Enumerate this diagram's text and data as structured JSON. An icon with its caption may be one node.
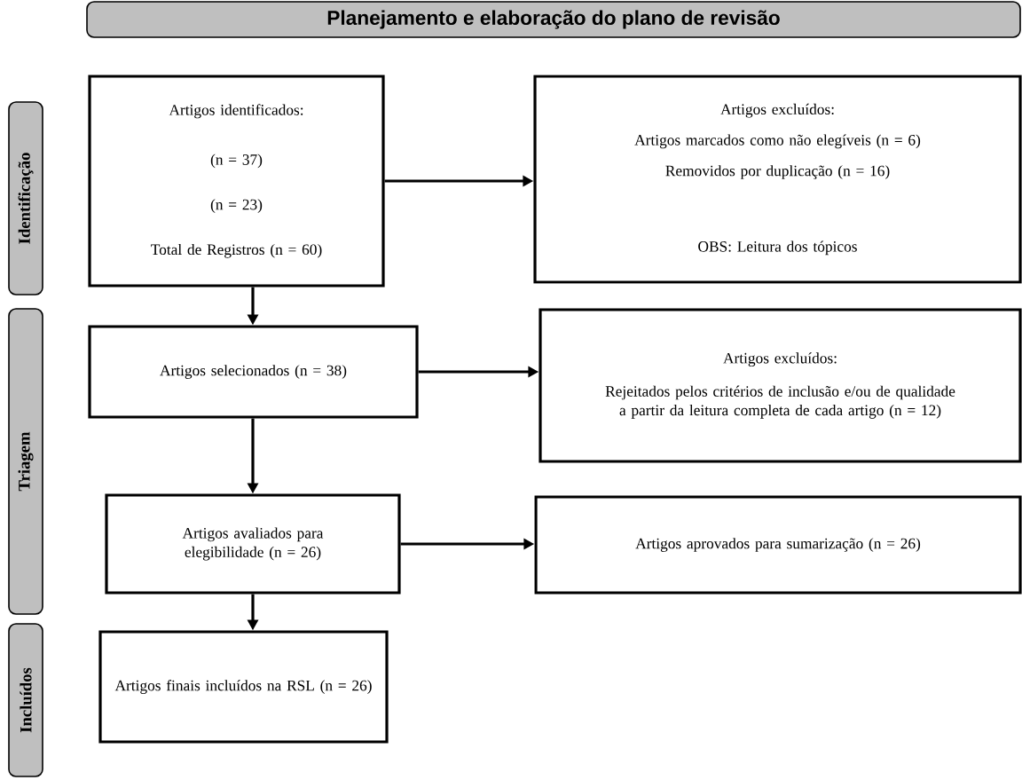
{
  "diagram": {
    "nodes": [
      {
        "text": [
          "Planejamento e elaboração do plano de revisão"
        ]
      },
      {
        "text": [
          "Identificação"
        ]
      },
      {
        "text": [
          "Triagem"
        ]
      },
      {
        "text": [
          "Incluídos"
        ]
      },
      {
        "text": [
          "Artigos  identificados:",
          "(n = 37)",
          "(n = 23)",
          "Total de Registros (n = 60)"
        ]
      },
      {
        "text": [
          "Artigos excluídos:",
          "Artigos marcados como não elegíveis  (n = 6)",
          "Removidos por duplicação (n = 16)",
          "OBS: Leitura dos tópicos"
        ]
      },
      {
        "text": [
          "Artigos selecionados (n = 38)"
        ]
      },
      {
        "text": [
          "Artigos excluídos:",
          "Rejeitados pelos critérios de inclusão e/ou de qualidade a partir da leitura completa de cada artigo (n = 12)"
        ]
      },
      {
        "text": [
          "Artigos avaliados para elegibilidade (n = 26)"
        ]
      },
      {
        "text": [
          "Artigos aprovados para sumarização (n = 26)"
        ]
      },
      {
        "text": [
          "Artigos finais incluídos na RSL (n = 26)"
        ]
      }
    ],
    "edges": [
      {
        "from": 4,
        "to": 5,
        "arrow": "to"
      },
      {
        "from": 4,
        "to": 6,
        "arrow": "to"
      },
      {
        "from": 6,
        "to": 7,
        "arrow": "to"
      },
      {
        "from": 6,
        "to": 8,
        "arrow": "to"
      },
      {
        "from": 8,
        "to": 9,
        "arrow": "to"
      },
      {
        "from": 8,
        "to": 10,
        "arrow": "to"
      }
    ]
  }
}
